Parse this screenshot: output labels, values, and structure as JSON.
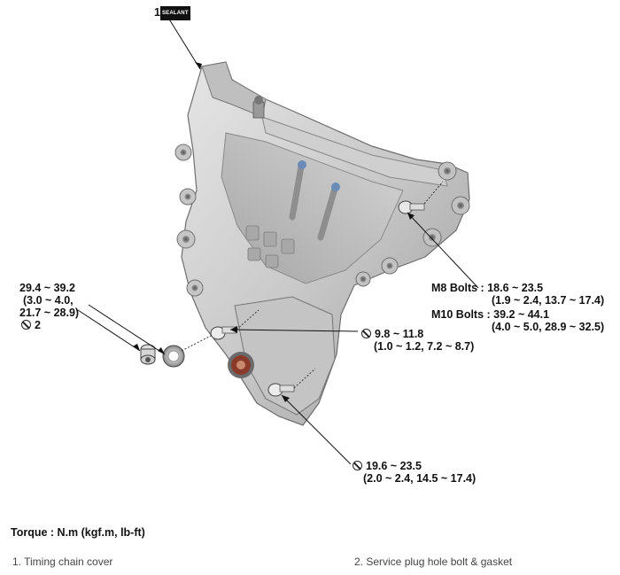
{
  "callouts": {
    "part1_number": "1",
    "sealant_tag": "SEALANT",
    "plug_torque": {
      "line1": "29.4 ~ 39.2",
      "line2": "(3.0 ~ 4.0,",
      "line3": "21.7 ~ 28.9)",
      "part_ref": "2"
    },
    "center_bolt": {
      "line1": "9.8 ~ 11.8",
      "line2": "(1.0 ~ 1.2, 7.2 ~ 8.7)"
    },
    "lower_bolt": {
      "line1": "19.6 ~ 23.5",
      "line2": "(2.0 ~ 2.4, 14.5 ~ 17.4)"
    },
    "m8_bolts": {
      "line1": "M8 Bolts : 18.6 ~ 23.5",
      "line2": "(1.9 ~ 2.4, 13.7 ~ 17.4)"
    },
    "m10_bolts": {
      "line1": "M10 Bolts : 39.2 ~ 44.1",
      "line2": "(4.0 ~ 5.0, 28.9 ~ 32.5)"
    }
  },
  "legend": {
    "torque_unit": "Torque : N.m (kgf.m, lb-ft)",
    "items": [
      "1. Timing chain cover",
      "2. Service plug hole bolt & gasket"
    ]
  },
  "colors": {
    "metal_light": "#d8d8d8",
    "metal_mid": "#b4b4b4",
    "metal_dark": "#7a7a7a",
    "bolt_blue": "#6a8ab8",
    "seal_red": "#8a3a2a"
  }
}
